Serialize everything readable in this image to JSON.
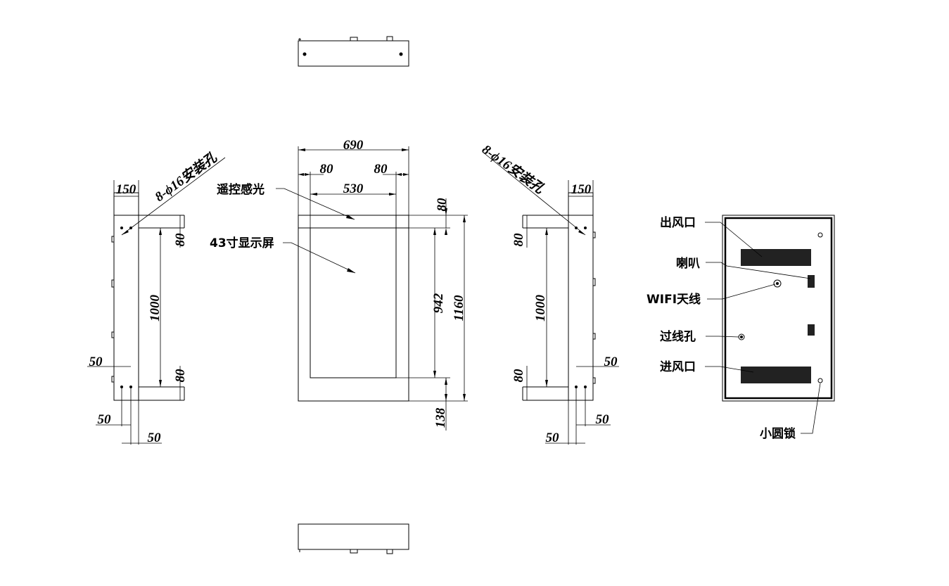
{
  "dimensions": {
    "width_690": "690",
    "side_80_left": "80",
    "side_80_right": "80",
    "inner_530": "530",
    "top_80": "80",
    "screen_942": "942",
    "total_1160": "1160",
    "bottom_138": "138",
    "bracket_150": "150",
    "offset_80": "80",
    "span_1000": "1000",
    "offset_50": "50"
  },
  "labels": {
    "holes": "8-ϕ16安装孔",
    "remote_sensor": "遥控感光",
    "display": "43寸显示屏",
    "air_outlet": "出风口",
    "speaker": "喇叭",
    "wifi": "WIFI天线",
    "cable_hole": "过线孔",
    "air_inlet": "进风口",
    "lock": "小圆锁"
  },
  "colors": {
    "line": "#000000",
    "background": "#ffffff",
    "vent": "#222222"
  }
}
